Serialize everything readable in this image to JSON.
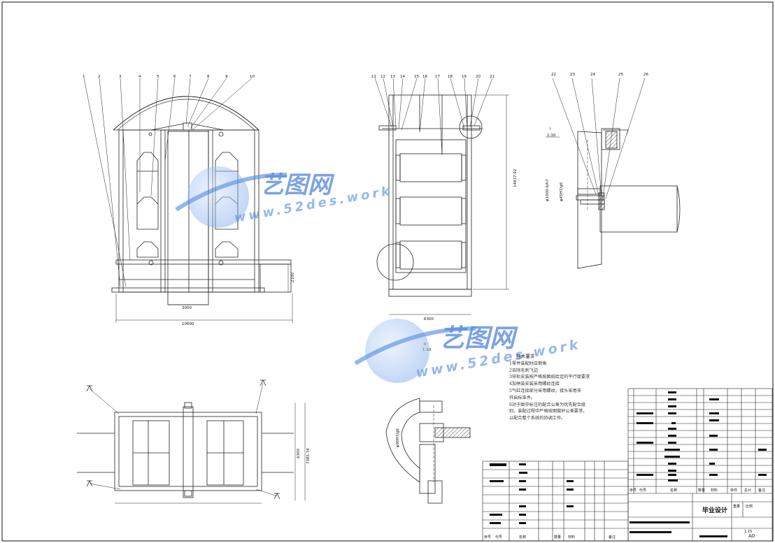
{
  "watermark": {
    "brand": "艺图网",
    "url": "www.52des.work"
  },
  "front_view": {
    "leaders": [
      "1",
      "2",
      "3",
      "4",
      "5",
      "6",
      "7",
      "8",
      "9",
      "10"
    ],
    "dims": {
      "inner": "3000",
      "overall": "10600",
      "height": "2100"
    }
  },
  "side_view": {
    "leaders": [
      "11",
      "12",
      "13",
      "14",
      "15",
      "16",
      "17",
      "18",
      "19",
      "20",
      "21"
    ],
    "dims": {
      "width": "6300",
      "height": "14837.92"
    }
  },
  "detail_view": {
    "leaders": [
      "22",
      "23",
      "24",
      "25",
      "26"
    ],
    "dims": {
      "d1": "φ1000.6/h7",
      "d2": "φ45H7/g6"
    },
    "scale_label": "I",
    "scale": "1:10"
  },
  "detail_view_2": {
    "label": "II",
    "scale": "1:10",
    "dim": "φ90H7/g6"
  },
  "plan_view": {
    "dims": {
      "width": "6300",
      "depth": "7385.74"
    }
  },
  "notes": {
    "title": "技术要求",
    "lines": [
      "1零件装配时应倒角",
      "2去除毛刺飞边",
      "3导轨安装按严格按图纸给定的平行度要求",
      "4加拼装安装采用螺纹连接",
      "5气缸连接部分采用螺纹，接头采用非",
      "开启标准件。",
      "6对于图中标注的配合公差为优先配合级",
      "别，装配过程中严格按图做好公差要求，",
      "以配合整个系统的协调工作。"
    ]
  },
  "title_block": {
    "main": "毕业设计",
    "sheet": "A0",
    "scale": "1:15",
    "headers": [
      "序号",
      "代号",
      "名称",
      "数量",
      "材料",
      "单件",
      "总计",
      "备注"
    ],
    "sub_headers": [
      "重量",
      "比例"
    ]
  }
}
